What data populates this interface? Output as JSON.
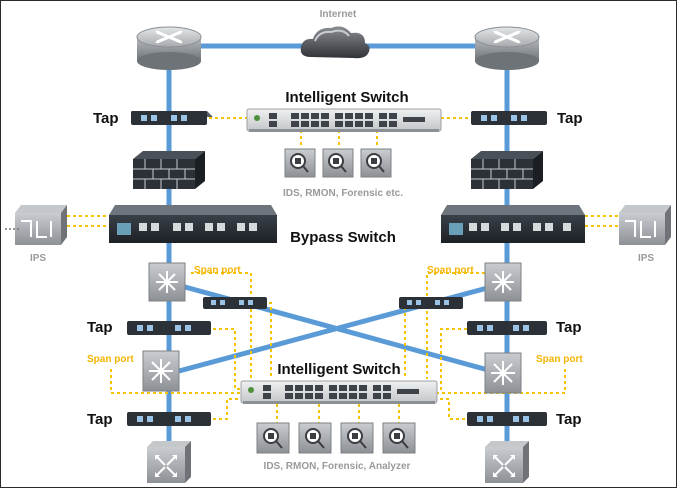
{
  "labels": {
    "internet": "Internet",
    "intelligent_switch_top": "Intelligent Switch",
    "intelligent_switch_bottom": "Intelligent Switch",
    "bypass_switch": "Bypass Switch",
    "tap": "Tap",
    "span_port": "Span port",
    "ips": "IPS",
    "tools_top": "IDS, RMON, Forensic etc.",
    "tools_bottom": "IDS, RMON, Forensic, Analyzer"
  },
  "colors": {
    "network_link": "#5a9ad6",
    "monitor_link": "#f5c400",
    "span_label": "#f5b400",
    "device_dark": "#2c3138",
    "device_grey": "#8f9296",
    "switch_body": "#d8dadc"
  },
  "icons": [
    "router-icon",
    "cloud-icon",
    "tap-icon",
    "firewall-icon",
    "bypass-switch-icon",
    "ips-icon",
    "switch-icon",
    "tool-icon",
    "intelligent-switch-icon"
  ]
}
